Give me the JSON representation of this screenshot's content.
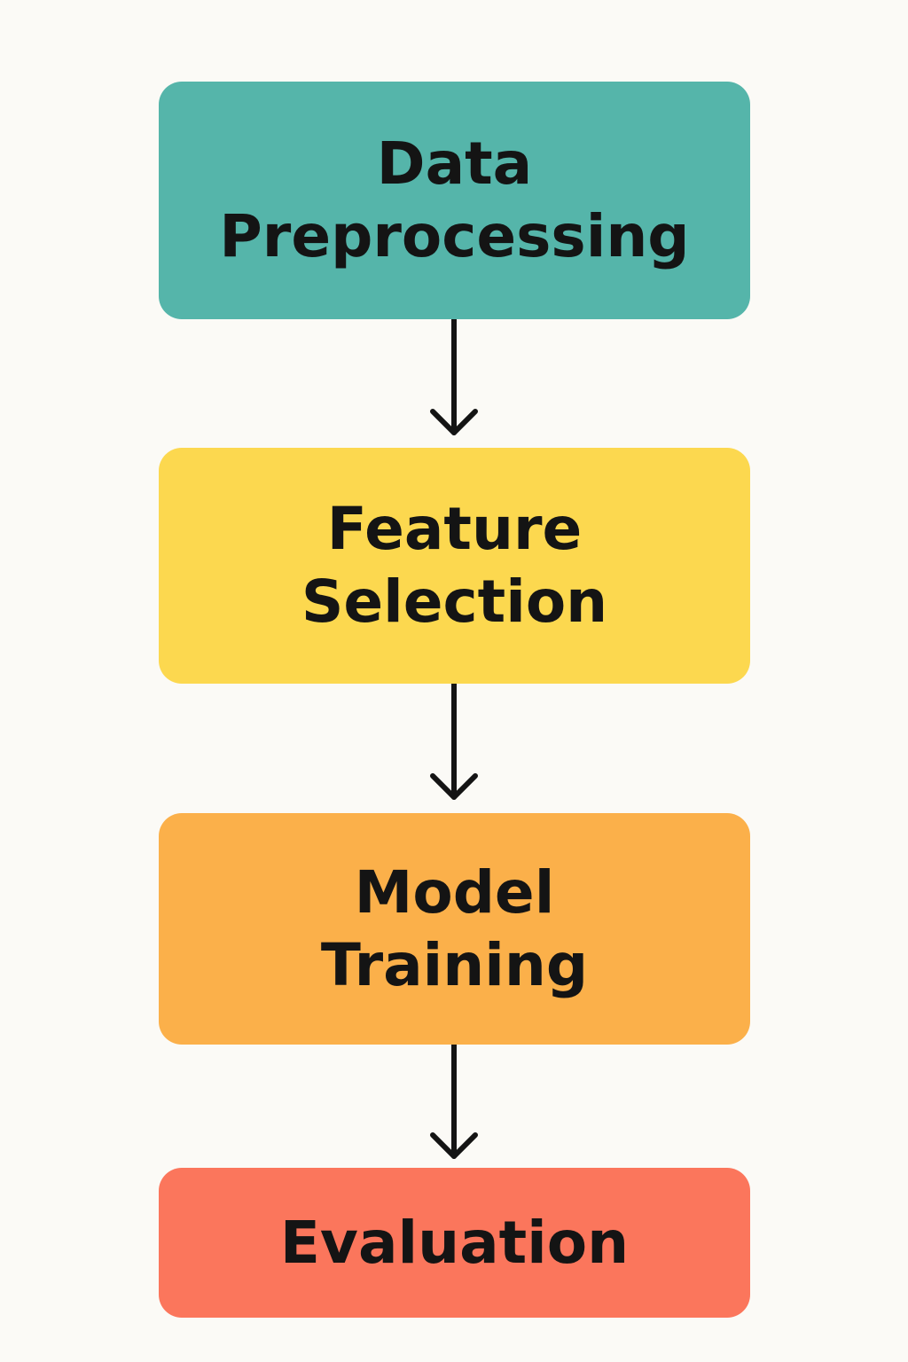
{
  "flow": {
    "steps": [
      {
        "label": "Data Preprocessing",
        "color": "#55b5aa"
      },
      {
        "label": "Feature Selection",
        "color": "#fcd84f"
      },
      {
        "label": "Model Training",
        "color": "#fbb04a"
      },
      {
        "label": "Evaluation",
        "color": "#fb765c"
      }
    ],
    "arrow_color": "#141414"
  }
}
